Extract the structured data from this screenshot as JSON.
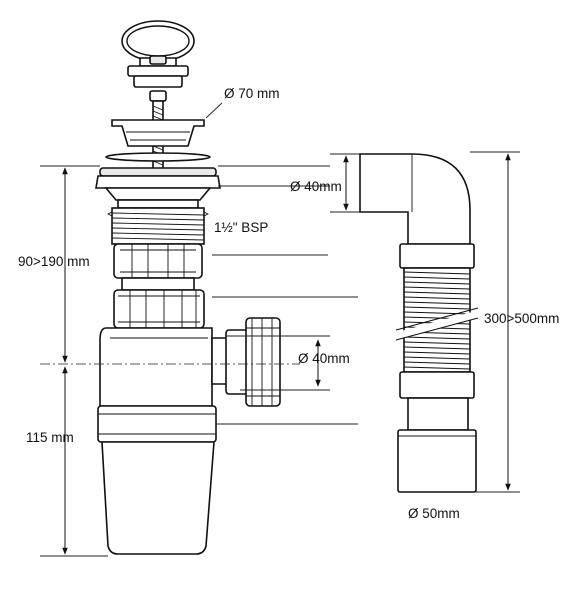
{
  "labels": {
    "plug_diameter": "Ø 70 mm",
    "outlet_top_diameter": "Ø 40mm",
    "thread": "1½\" BSP",
    "height_adjust": "90>190 mm",
    "side_outlet_diameter": "Ø 40mm",
    "depth": "115 mm",
    "flexi_length": "300>500mm",
    "flexi_bottom_diameter": "Ø 50mm"
  }
}
